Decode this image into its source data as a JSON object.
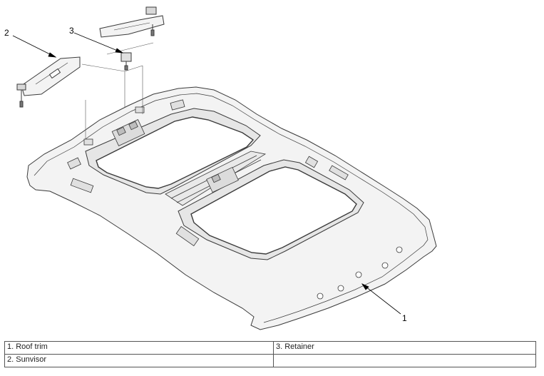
{
  "callouts": {
    "n1": "1",
    "n2": "2",
    "n3": "3"
  },
  "legend": {
    "row1": {
      "left": "1. Roof trim",
      "right": "3. Retainer"
    },
    "row2": {
      "left": "2. Sunvisor",
      "right": ""
    }
  },
  "colors": {
    "line": "#3a3a3a",
    "fill": "#f2f2f2",
    "glass": "#ffffff"
  }
}
